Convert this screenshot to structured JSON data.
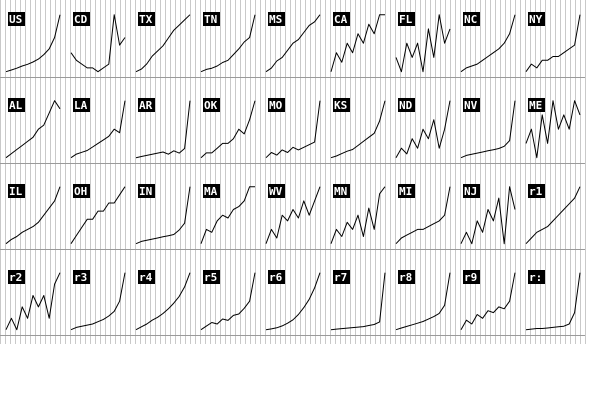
{
  "chart_data": {
    "type": "line",
    "layout": "small-multiples",
    "grid": true,
    "colors": {
      "line": "#000000",
      "tag_bg": "#000000",
      "tag_text": "#ffffff",
      "gridline": "#c9c9c9",
      "rowline": "#9a9a9a"
    },
    "panels": [
      {
        "label": "US",
        "values": [
          2,
          2.3,
          2.6,
          3,
          3.3,
          3.7,
          4.2,
          5,
          6,
          8,
          12
        ]
      },
      {
        "label": "CD",
        "values": [
          5,
          4,
          3.5,
          3,
          3,
          2.5,
          3,
          3.5,
          10,
          6,
          7
        ]
      },
      {
        "label": "TX",
        "values": [
          2,
          3,
          5,
          8,
          10,
          12,
          15,
          18,
          20,
          22,
          24
        ]
      },
      {
        "label": "TN",
        "values": [
          1,
          1.2,
          1.3,
          1.5,
          1.8,
          2,
          2.5,
          3,
          3.6,
          4,
          6
        ]
      },
      {
        "label": "MS",
        "values": [
          2,
          3,
          5,
          6,
          8,
          10,
          11,
          13,
          15,
          16,
          18
        ]
      },
      {
        "label": "CA",
        "values": [
          1,
          3,
          2,
          4,
          3,
          5,
          4,
          6,
          5,
          7,
          7
        ]
      },
      {
        "label": "FL",
        "values": [
          3,
          2.5,
          3.5,
          3,
          3.5,
          2.5,
          4,
          3,
          4.5,
          3.5,
          4
        ]
      },
      {
        "label": "NC",
        "values": [
          1,
          1.2,
          1.3,
          1.4,
          1.6,
          1.8,
          2,
          2.2,
          2.5,
          3,
          4
        ]
      },
      {
        "label": "NY",
        "values": [
          1,
          1.2,
          1.1,
          1.3,
          1.3,
          1.4,
          1.4,
          1.5,
          1.6,
          1.7,
          2.5
        ]
      },
      {
        "label": "AL",
        "values": [
          2,
          3,
          4,
          5,
          6,
          7,
          9,
          10,
          13,
          16,
          14
        ]
      },
      {
        "label": "LA",
        "values": [
          2,
          3,
          3.5,
          4,
          5,
          6,
          7,
          8,
          10,
          9,
          18
        ]
      },
      {
        "label": "AR",
        "values": [
          1,
          1.5,
          2,
          2.5,
          3,
          3.5,
          2.5,
          4,
          3,
          5,
          26
        ]
      },
      {
        "label": "OK",
        "values": [
          2,
          3,
          3,
          4,
          5,
          5,
          6,
          8,
          7,
          10,
          14
        ]
      },
      {
        "label": "MO",
        "values": [
          1,
          2,
          1.5,
          2.5,
          2,
          3,
          2.5,
          3,
          3.5,
          4,
          12
        ]
      },
      {
        "label": "KS",
        "values": [
          1,
          1.2,
          1.5,
          1.8,
          2,
          2.5,
          3,
          3.5,
          4,
          5.5,
          8
        ]
      },
      {
        "label": "ND",
        "values": [
          1,
          1.5,
          1.2,
          2,
          1.5,
          2.5,
          2,
          3,
          1.5,
          2.5,
          4
        ]
      },
      {
        "label": "NV",
        "values": [
          1,
          1.2,
          1.3,
          1.4,
          1.5,
          1.6,
          1.7,
          1.8,
          2,
          2.5,
          6
        ]
      },
      {
        "label": "ME",
        "values": [
          2,
          2.5,
          1.5,
          3,
          2,
          3.5,
          2.5,
          3,
          2.5,
          3.5,
          3
        ]
      },
      {
        "label": "IL",
        "values": [
          1,
          1.3,
          1.5,
          1.8,
          2,
          2.2,
          2.5,
          3,
          3.5,
          4,
          5
        ]
      },
      {
        "label": "OH",
        "values": [
          1,
          1.1,
          1.2,
          1.3,
          1.3,
          1.4,
          1.4,
          1.5,
          1.5,
          1.6,
          1.7
        ]
      },
      {
        "label": "IN",
        "values": [
          1,
          1.2,
          1.3,
          1.4,
          1.5,
          1.6,
          1.7,
          1.8,
          2.2,
          2.8,
          6
        ]
      },
      {
        "label": "MA",
        "values": [
          1,
          1.5,
          1.4,
          1.8,
          2,
          1.9,
          2.2,
          2.3,
          2.5,
          3,
          3
        ]
      },
      {
        "label": "WV",
        "values": [
          1,
          1.5,
          1.2,
          2,
          1.8,
          2.2,
          1.9,
          2.5,
          2,
          2.5,
          3
        ]
      },
      {
        "label": "MN",
        "values": [
          1,
          3,
          2,
          4,
          3,
          5,
          2,
          6,
          3,
          8,
          9
        ]
      },
      {
        "label": "MI",
        "values": [
          2,
          2.2,
          2.3,
          2.4,
          2.5,
          2.5,
          2.6,
          2.7,
          2.8,
          3,
          4
        ]
      },
      {
        "label": "NJ",
        "values": [
          4,
          4.5,
          4,
          5,
          4.5,
          5.5,
          5,
          6,
          4,
          6.5,
          5.5
        ]
      },
      {
        "label": "r1",
        "values": [
          1,
          1.2,
          1.4,
          1.5,
          1.6,
          1.8,
          2,
          2.2,
          2.4,
          2.6,
          3
        ]
      },
      {
        "label": "r2",
        "values": [
          2,
          2.5,
          2,
          3,
          2.5,
          3.5,
          3,
          3.5,
          2.5,
          4,
          4.5
        ]
      },
      {
        "label": "r3",
        "values": [
          1,
          1.2,
          1.3,
          1.4,
          1.5,
          1.7,
          1.9,
          2.2,
          2.6,
          3.5,
          6
        ]
      },
      {
        "label": "r4",
        "values": [
          1,
          1.3,
          1.6,
          2,
          2.3,
          2.7,
          3.2,
          3.8,
          4.5,
          5.5,
          7
        ]
      },
      {
        "label": "r5",
        "values": [
          1,
          1.5,
          2,
          1.8,
          2.5,
          2.3,
          3,
          3.2,
          4,
          5,
          9
        ]
      },
      {
        "label": "r6",
        "values": [
          1,
          1.2,
          1.5,
          2,
          2.7,
          3.6,
          5,
          6.8,
          9,
          12,
          16
        ]
      },
      {
        "label": "r7",
        "values": [
          1,
          1.1,
          1.2,
          1.3,
          1.4,
          1.5,
          1.6,
          1.8,
          2,
          2.5,
          12
        ]
      },
      {
        "label": "r8",
        "values": [
          1,
          1.2,
          1.4,
          1.6,
          1.8,
          2,
          2.3,
          2.6,
          3,
          4,
          8
        ]
      },
      {
        "label": "r9",
        "values": [
          2,
          2.5,
          2.3,
          2.8,
          2.6,
          3,
          2.9,
          3.2,
          3.1,
          3.5,
          5
        ]
      },
      {
        "label": "r:",
        "values": [
          1,
          1.05,
          1.1,
          1.1,
          1.15,
          1.2,
          1.25,
          1.3,
          1.5,
          2.5,
          6
        ]
      }
    ]
  }
}
